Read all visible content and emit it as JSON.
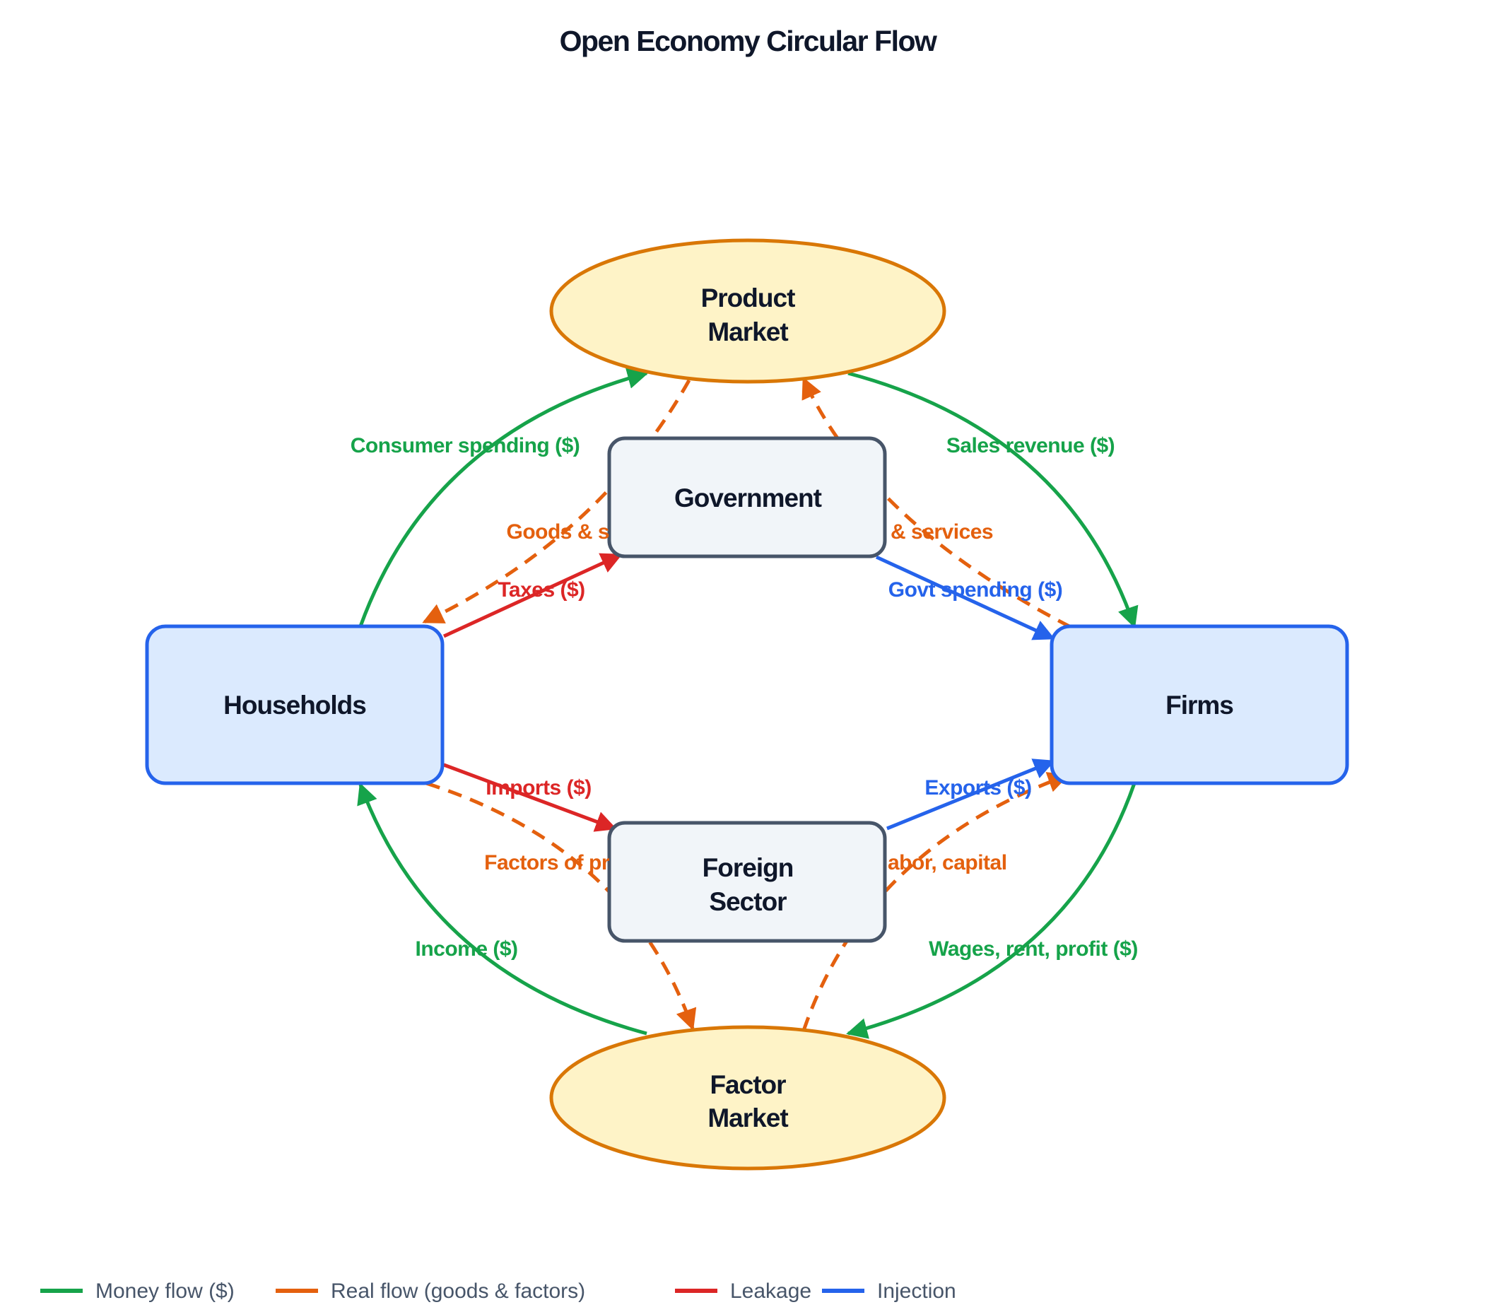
{
  "title": "Open Economy Circular Flow",
  "colors": {
    "money": "#16a34a",
    "real": "#e4600e",
    "leakage": "#dc2626",
    "injection": "#2563eb",
    "sector_fill": "#dbeafe",
    "sector_stroke": "#2563eb",
    "market_fill": "#fef3c7",
    "market_stroke": "#d97706",
    "gov_fill": "#f1f5f9",
    "gov_stroke": "#475569"
  },
  "nodes": {
    "product_market": [
      "Product",
      "Market"
    ],
    "factor_market": [
      "Factor",
      "Market"
    ],
    "households": "Households",
    "firms": "Firms",
    "government": "Government",
    "foreign_sector": [
      "Foreign",
      "Sector"
    ]
  },
  "edges": {
    "consumer_spending": "Consumer spending ($)",
    "sales_revenue": "Sales revenue ($)",
    "goods_services_left": "Goods & s",
    "goods_services_right": "& services",
    "taxes": "Taxes ($)",
    "govt_spending": "Govt spending ($)",
    "imports": "Imports ($)",
    "exports": "Exports ($)",
    "factors_left": "Factors of pr",
    "factors_right": "abor, capital",
    "income": "Income ($)",
    "wages": "Wages, rent, profit ($)"
  },
  "legend": [
    {
      "label": "Money flow ($)",
      "color": "#16a34a"
    },
    {
      "label": "Real flow (goods & factors)",
      "color": "#e4600e"
    },
    {
      "label": "Leakage",
      "color": "#dc2626"
    },
    {
      "label": "Injection",
      "color": "#2563eb"
    }
  ]
}
